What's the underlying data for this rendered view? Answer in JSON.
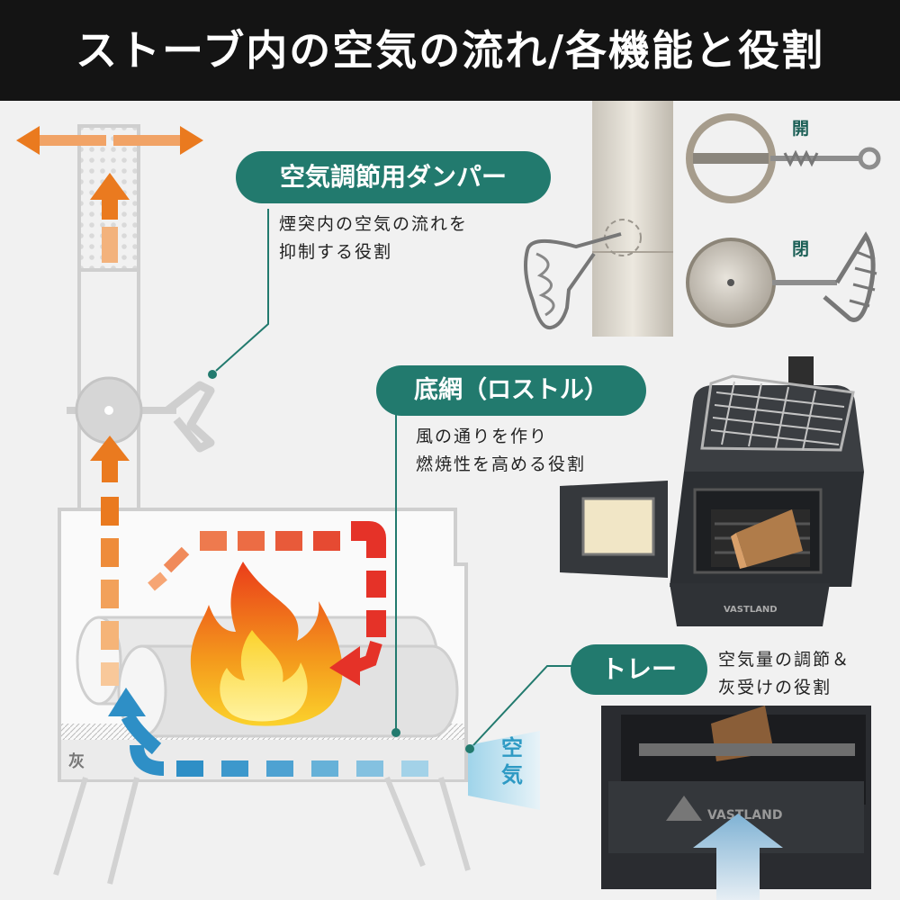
{
  "header": {
    "title": "ストーブ内の空気の流れ/各機能と役割"
  },
  "damper": {
    "label": "空気調節用ダンパー",
    "desc_line1": "煙突内の空気の流れを",
    "desc_line2": "抑制する役割",
    "state_open": "開",
    "state_closed": "閉"
  },
  "grate": {
    "label": "底網（ロストル）",
    "desc_line1": "風の通りを作り",
    "desc_line2": "燃焼性を高める役割"
  },
  "tray": {
    "label": "トレー",
    "desc_line1": "空気量の調節＆",
    "desc_line2": "灰受けの役割"
  },
  "airflow": {
    "air_char1": "空",
    "air_char2": "気",
    "ash_label": "灰"
  },
  "brand": {
    "logo_text": "VASTLAND"
  },
  "colors": {
    "header_bg": "#141414",
    "accent_teal": "#227a6e",
    "air_blue": "#2e9ac4",
    "smoke_orange": "#ea7a1f",
    "flow_red": "#e53228"
  }
}
